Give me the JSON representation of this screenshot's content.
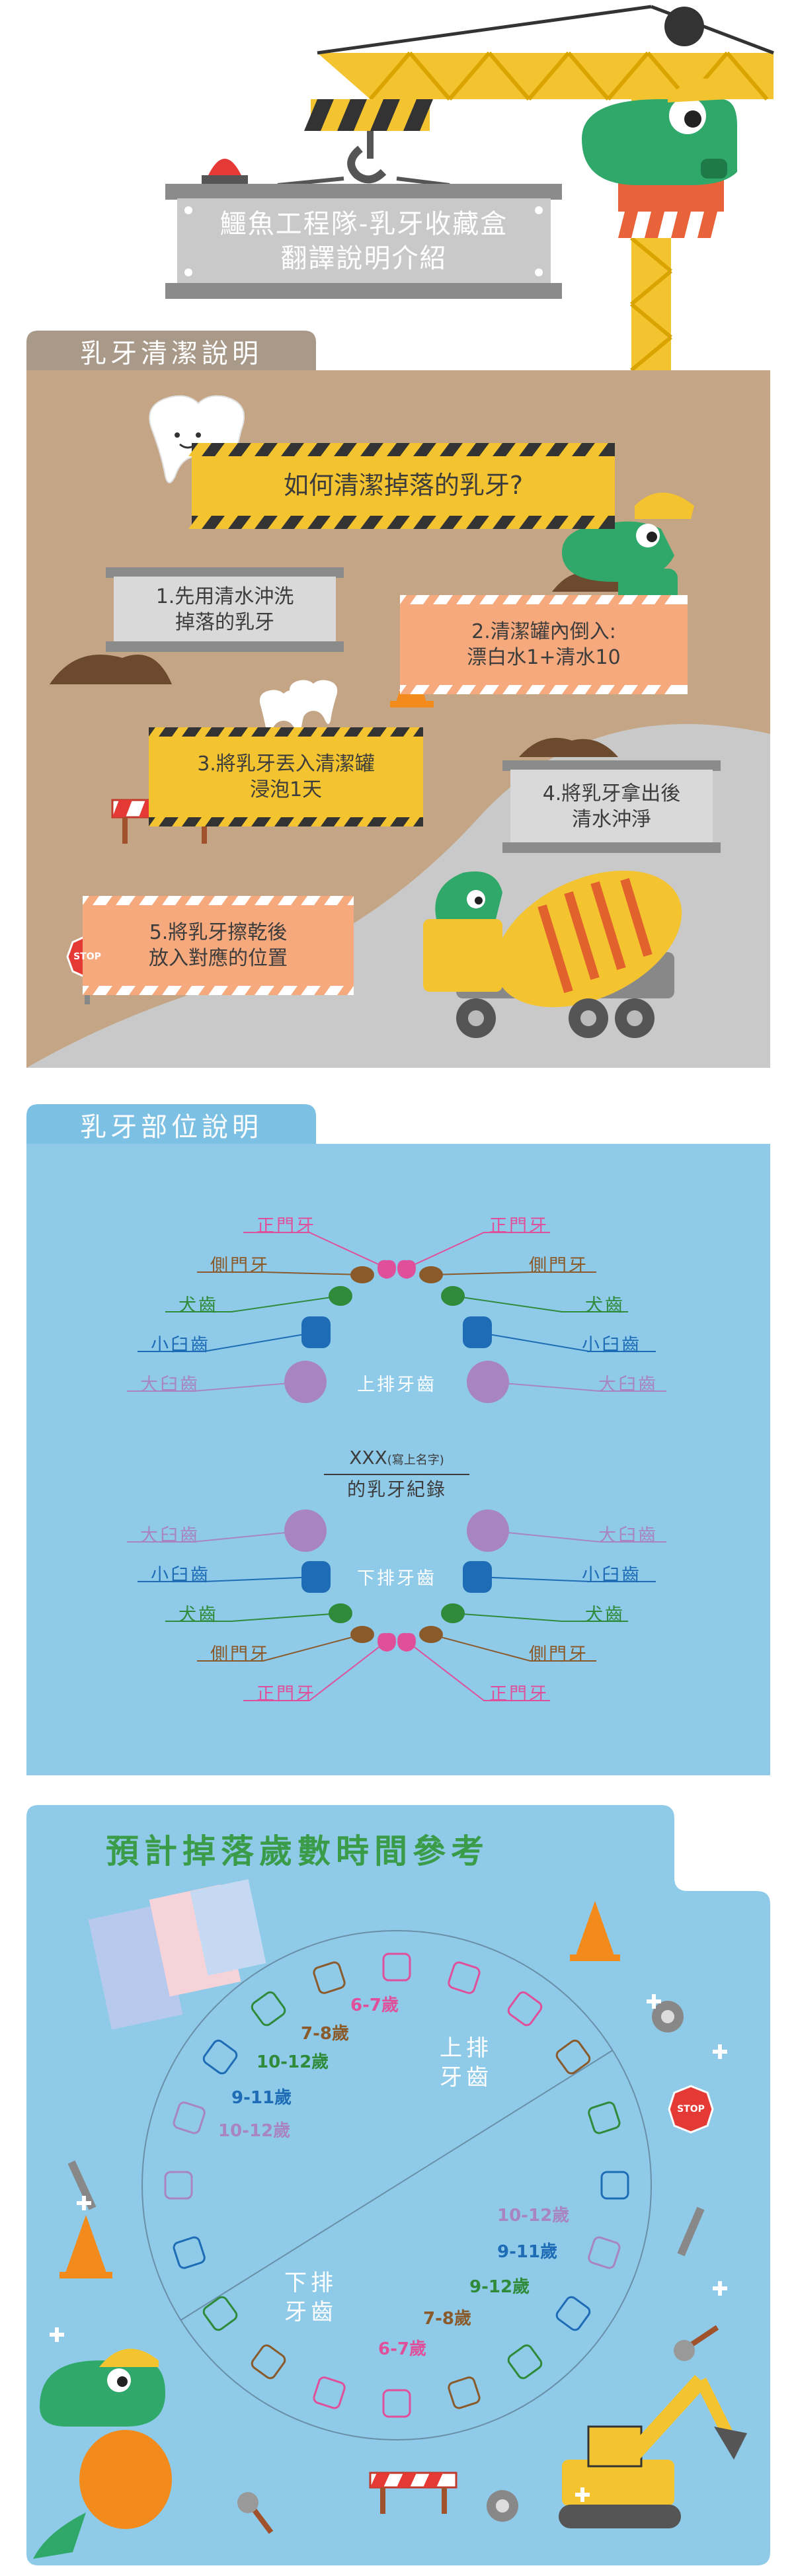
{
  "header": {
    "title_line1": "鱷魚工程隊-乳牙收藏盒",
    "title_line2": "翻譯說明介紹"
  },
  "cleaning": {
    "tab_title": "乳牙清潔說明",
    "question": "如何清潔掉落的乳牙?",
    "step1": "1.先用清水沖洗\n掉落的乳牙",
    "step2": "2.清潔罐內倒入:\n漂白水1+清水10",
    "step3": "3.將乳牙丟入清潔罐\n浸泡1天",
    "step4": "4.將乳牙拿出後\n清水沖淨",
    "step5": "5.將乳牙擦乾後\n放入對應的位置",
    "stop_sign": "STOP"
  },
  "positions": {
    "tab_title": "乳牙部位說明",
    "upper_label": "上排牙齒",
    "lower_label": "下排牙齒",
    "center_line1": "XXX",
    "center_line1_note": "(寫上名字)",
    "center_line2": "的乳牙紀錄",
    "labels": {
      "central_incisor": "正門牙",
      "lateral_incisor": "側門牙",
      "canine": "犬齒",
      "first_molar": "小臼齒",
      "second_molar": "大臼齒"
    },
    "colors": {
      "central_incisor": "#e0509a",
      "lateral_incisor": "#8a5a2b",
      "canine": "#2f8a3a",
      "first_molar": "#1e6cb5",
      "second_molar": "#a884c2"
    }
  },
  "ages": {
    "title": "預計掉落歲數時間參考",
    "upper_label": "上排\n牙齒",
    "lower_label": "下排\n牙齒",
    "upper": [
      "6-7歲",
      "7-8歲",
      "10-12歲",
      "9-11歲",
      "10-12歲"
    ],
    "lower": [
      "10-12歲",
      "9-11歲",
      "9-12歲",
      "7-8歲",
      "6-7歲"
    ],
    "colors": [
      "#e0509a",
      "#8a5a2b",
      "#2f8a3a",
      "#1e6cb5",
      "#a884c2"
    ],
    "stop_sign": "STOP"
  },
  "theme": {
    "gray_panel": "#c9c9c9",
    "tan": "#c4a585",
    "light_blue": "#8fcbe9",
    "orange": "#f5a97d",
    "yellow": "#f7cb4d",
    "tab_gray": "#a99988",
    "tab_blue": "#7cc0e4",
    "crocodile_green": "#2fa86a",
    "title_green": "#3a9b48"
  }
}
